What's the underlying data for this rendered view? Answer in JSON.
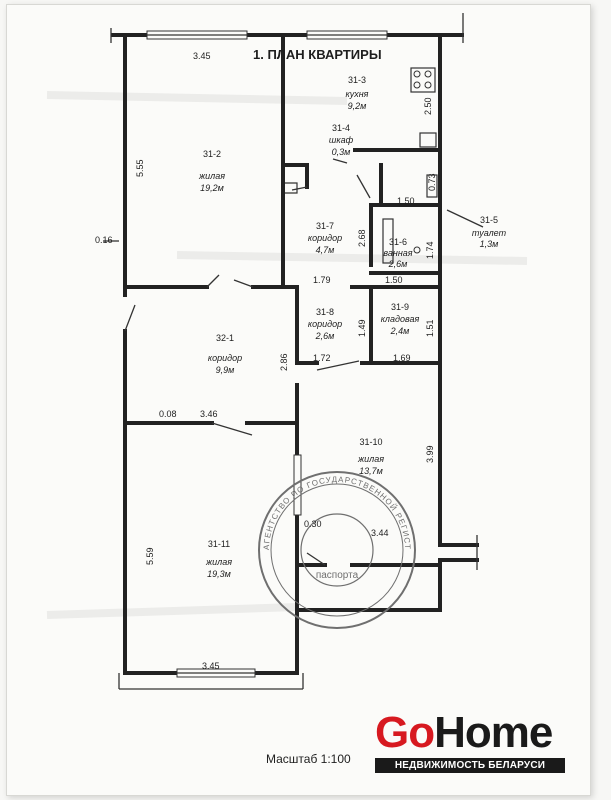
{
  "plan_title": "1. ПЛАН КВАРТИРЫ",
  "scale_label": "Масштаб 1:100",
  "logo": {
    "go": "Go",
    "home": "Home",
    "subtitle": "НЕДВИЖИМОСТЬ БЕЛАРУСИ"
  },
  "colors": {
    "logo_red": "#d71920",
    "logo_dark": "#1a1a1a",
    "stamp": "#6f6f6f"
  },
  "stamp_text": {
    "ring": "АГЕНТСТВО ПО ГОСУДАРСТВЕННОЙ РЕГИСТРАЦИИ",
    "center": "паспорта"
  },
  "rooms": [
    {
      "id": "31-2",
      "name": "жилая",
      "area": "19,2м"
    },
    {
      "id": "31-3",
      "name": "кухня",
      "area": "9,2м"
    },
    {
      "id": "31-4",
      "name": "шкаф",
      "area": "0,3м"
    },
    {
      "id": "31-5",
      "name": "туалет",
      "area": "1,3м"
    },
    {
      "id": "31-6",
      "name": "ванная",
      "area": "2,6м"
    },
    {
      "id": "31-7",
      "name": "коридор",
      "area": "4,7м"
    },
    {
      "id": "31-8",
      "name": "коридор",
      "area": "2,6м"
    },
    {
      "id": "31-9",
      "name": "кладовая",
      "area": "2,4м"
    },
    {
      "id": "32-1",
      "name": "коридор",
      "area": "9,9м"
    },
    {
      "id": "31-10",
      "name": "жилая",
      "area": "13,7м"
    },
    {
      "id": "31-11",
      "name": "жилая",
      "area": "19,3м"
    }
  ],
  "dimensions": [
    "3.45",
    "5.55",
    "0.16",
    "2.50",
    "0.73",
    "1.50",
    "2.68",
    "1.74",
    "1.50",
    "1.79",
    "1.49",
    "1.51",
    "2.86",
    "1.72",
    "1.69",
    "0.08",
    "3.46",
    "3.99",
    "0.30",
    "3.44",
    "5.59",
    "3.45"
  ]
}
